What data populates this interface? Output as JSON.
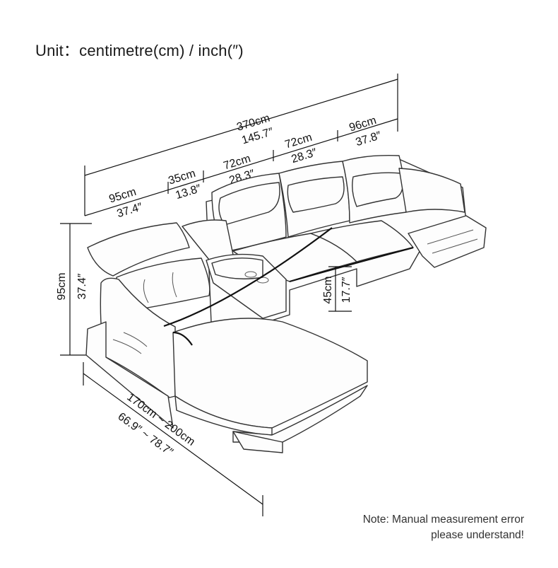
{
  "header": {
    "unit_label": "Unit：centimetre(cm) / inch(″)"
  },
  "dimensions": {
    "total_width_cm": "370cm",
    "total_width_in": "145.7″",
    "left_width_cm": "95cm",
    "left_width_in": "37.4″",
    "console_width_cm": "35cm",
    "console_width_in": "13.8″",
    "seat1_width_cm": "72cm",
    "seat1_width_in": "28.3″",
    "seat2_width_cm": "72cm",
    "seat2_width_in": "28.3″",
    "right_width_cm": "96cm",
    "right_width_in": "37.8″",
    "height_cm": "95cm",
    "height_in": "37.4″",
    "seat_height_cm": "45cm",
    "seat_height_in": "17.7″",
    "chaise_length_cm": "170cm ~ 200cm",
    "chaise_length_in": "66.9″ ~ 78.7″"
  },
  "note": {
    "line1": "Note: Manual measurement error",
    "line2": "please understand!"
  }
}
